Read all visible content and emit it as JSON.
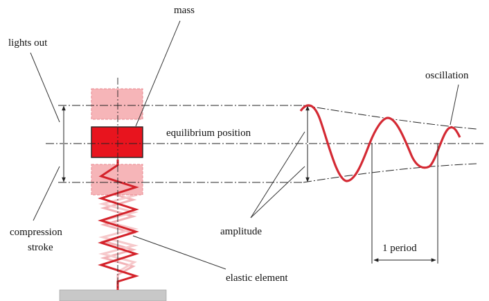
{
  "labels": {
    "mass": "mass",
    "lights_out": "lights out",
    "equilibrium_position": "equilibrium position",
    "oscillation": "oscillation",
    "compression_stroke_line1": "compression",
    "compression_stroke_line2": "stroke",
    "amplitude": "amplitude",
    "one_period": "1 period",
    "elastic_element": "elastic element"
  },
  "colors": {
    "mass_solid": "#e8141e",
    "mass_faded": "#f6b5b8",
    "spring": "#d4222a",
    "wave": "#d42a34",
    "line": "#222222",
    "ground": "#c8c8c8"
  }
}
